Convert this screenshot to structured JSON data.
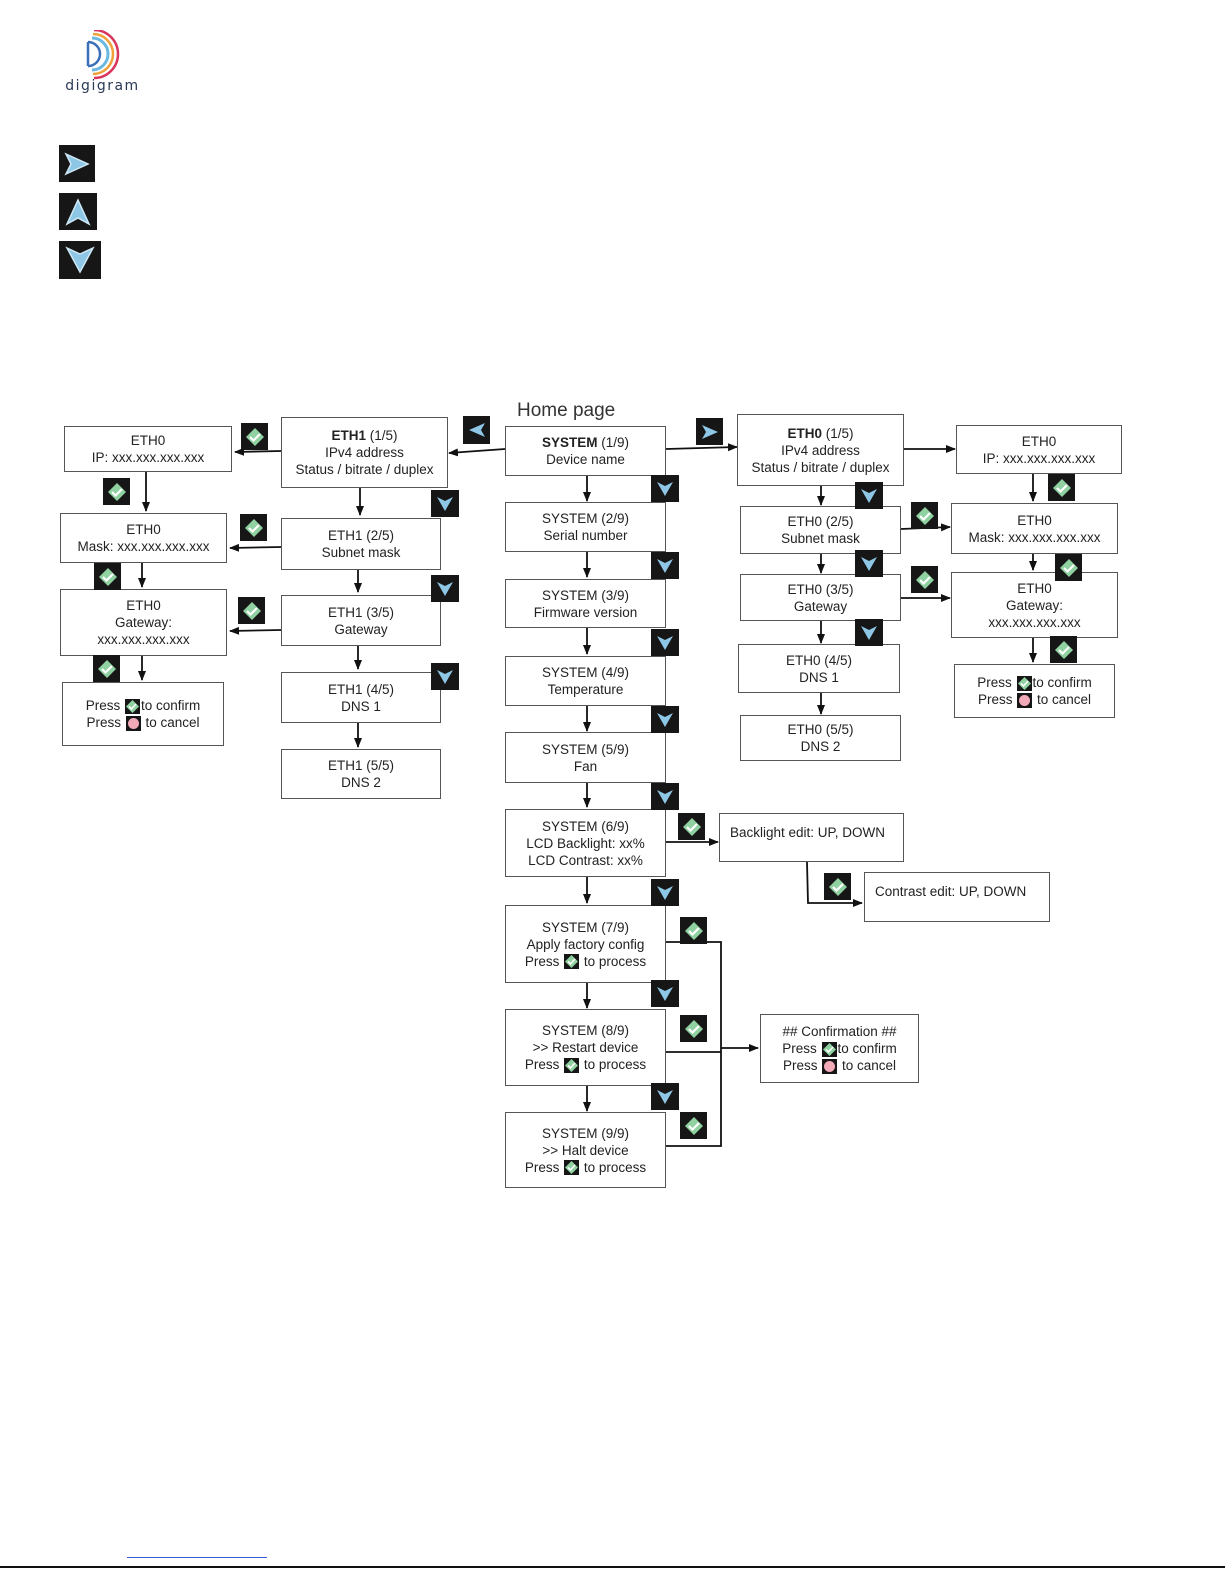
{
  "logo": {
    "text": "digigram"
  },
  "legend": {
    "icons": [
      {
        "name": "right-arrow-button-icon"
      },
      {
        "name": "up-arrow-button-icon"
      },
      {
        "name": "down-arrow-button-icon"
      }
    ]
  },
  "diagram": {
    "home_title": "Home page",
    "system": {
      "s1": {
        "l1_bold": "SYSTEM",
        "l1_rest": " (1/9)",
        "l2": "Device name"
      },
      "s2": {
        "l1": "SYSTEM (2/9)",
        "l2": "Serial number"
      },
      "s3": {
        "l1": "SYSTEM (3/9)",
        "l2": "Firmware version"
      },
      "s4": {
        "l1": "SYSTEM (4/9)",
        "l2": "Temperature"
      },
      "s5": {
        "l1": "SYSTEM (5/9)",
        "l2": "Fan"
      },
      "s6": {
        "l1": "SYSTEM (6/9)",
        "l2": "LCD Backlight: xx%",
        "l3": "LCD Contrast: xx%"
      },
      "s7": {
        "l1": "SYSTEM (7/9)",
        "l2": "Apply factory config",
        "l3a": "Press",
        "l3b": " to process"
      },
      "s8": {
        "l1": "SYSTEM (8/9)",
        "l2": ">> Restart device",
        "l3a": "Press",
        "l3b": " to process"
      },
      "s9": {
        "l1": "SYSTEM (9/9)",
        "l2": ">> Halt device",
        "l3a": "Press",
        "l3b": " to process"
      }
    },
    "eth1": {
      "e1": {
        "l1_bold": "ETH1",
        "l1_rest": " (1/5)",
        "l2": "IPv4 address",
        "l3": "Status / bitrate / duplex"
      },
      "e2": {
        "l1": "ETH1 (2/5)",
        "l2": "Subnet mask"
      },
      "e3": {
        "l1": "ETH1 (3/5)",
        "l2": "Gateway"
      },
      "e4": {
        "l1": "ETH1 (4/5)",
        "l2": "DNS 1"
      },
      "e5": {
        "l1": "ETH1 (5/5)",
        "l2": "DNS 2"
      }
    },
    "eth1_edit": {
      "ip": {
        "l1": "ETH0",
        "l2": "IP: xxx.xxx.xxx.xxx"
      },
      "mask": {
        "l1": "ETH0",
        "l2": "Mask: xxx.xxx.xxx.xxx"
      },
      "gw": {
        "l1": "ETH0",
        "l2": "Gateway:",
        "l3": "xxx.xxx.xxx.xxx"
      },
      "confirm": {
        "l1a": "Press",
        "l1b": "to confirm",
        "l2a": "Press",
        "l2b": " to cancel"
      }
    },
    "eth0": {
      "e1": {
        "l1_bold": "ETH0",
        "l1_rest": " (1/5)",
        "l2": "IPv4 address",
        "l3": "Status / bitrate / duplex"
      },
      "e2": {
        "l1": "ETH0 (2/5)",
        "l2": "Subnet mask"
      },
      "e3": {
        "l1": "ETH0 (3/5)",
        "l2": "Gateway"
      },
      "e4": {
        "l1": "ETH0 (4/5)",
        "l2": "DNS 1"
      },
      "e5": {
        "l1": "ETH0 (5/5)",
        "l2": "DNS 2"
      }
    },
    "eth0_edit": {
      "ip": {
        "l1": "ETH0",
        "l2": "IP: xxx.xxx.xxx.xxx"
      },
      "mask": {
        "l1": "ETH0",
        "l2": "Mask: xxx.xxx.xxx.xxx"
      },
      "gw": {
        "l1": "ETH0",
        "l2": "Gateway:",
        "l3": "xxx.xxx.xxx.xxx"
      },
      "confirm": {
        "l1a": "Press",
        "l1b": "to confirm",
        "l2a": "Press",
        "l2b": " to cancel"
      }
    },
    "lcd": {
      "backlight": "Backlight edit: UP, DOWN",
      "contrast": "Contrast edit: UP, DOWN"
    },
    "confirmation": {
      "l1": "##  Confirmation  ##",
      "l2a": "Press",
      "l2b": "to confirm",
      "l3a": "Press",
      "l3b": " to cancel"
    }
  }
}
